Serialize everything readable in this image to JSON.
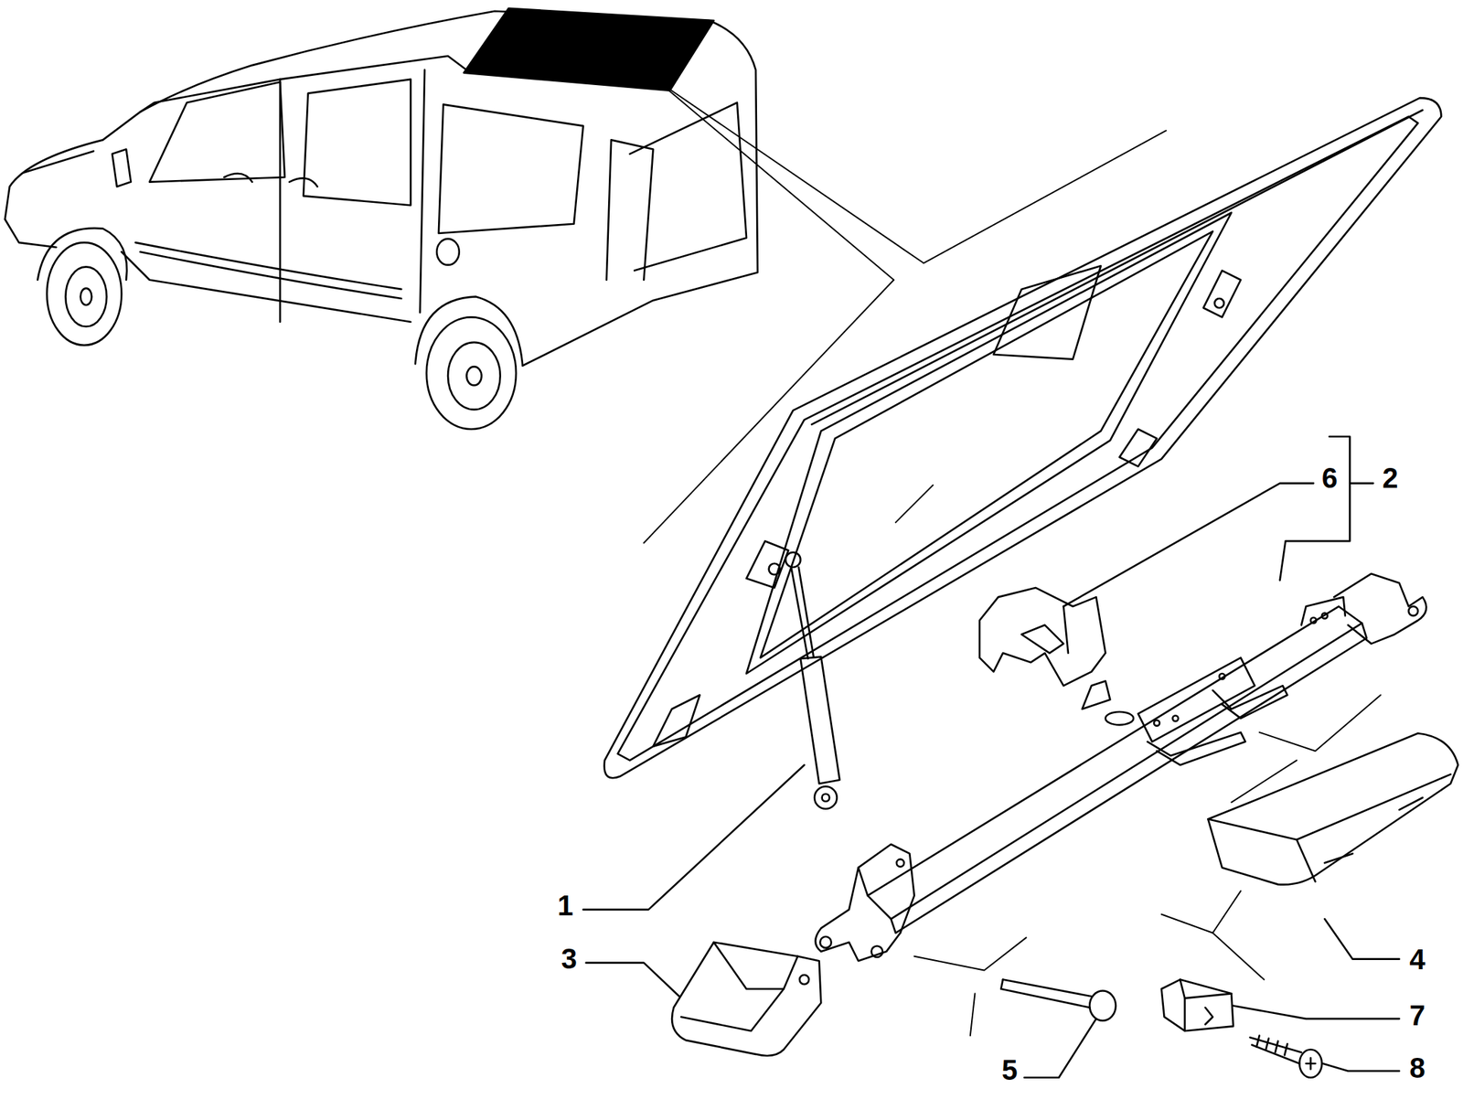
{
  "diagram": {
    "labels": [
      "6",
      "2",
      "1",
      "3",
      "4",
      "7",
      "5",
      "8"
    ]
  }
}
